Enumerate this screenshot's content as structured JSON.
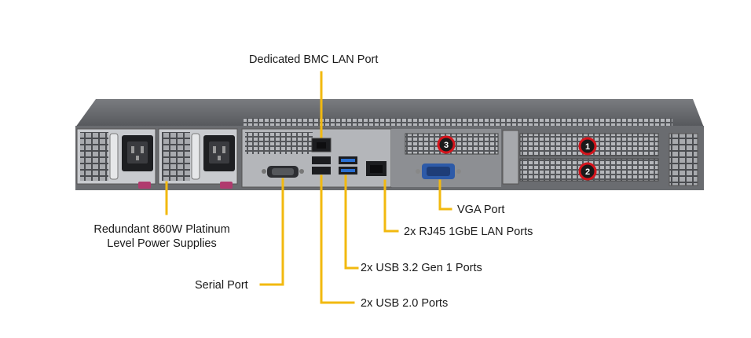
{
  "diagram": {
    "labels": {
      "bmc_lan": "Dedicated BMC LAN Port",
      "power_line1": "Redundant  860W Platinum",
      "power_line2": "Level Power Supplies",
      "vga": "VGA Port",
      "rj45": "2x RJ45 1GbE LAN Ports",
      "usb32": "2x USB 3.2 Gen 1 Ports",
      "serial": "Serial Port",
      "usb20": "2x USB 2.0 Ports"
    },
    "slot_markers": [
      "1",
      "2",
      "3"
    ],
    "colors": {
      "callout_line": "#f2b90f",
      "chassis": "#6e7074",
      "chassis_dark": "#3c3e42",
      "usb3_blue": "#2a6fd1",
      "vga_blue": "#2d5aa8",
      "marker_red": "#d4141c",
      "pull_tab": "#b03a6e",
      "label_text": "#1a1a1a"
    }
  }
}
